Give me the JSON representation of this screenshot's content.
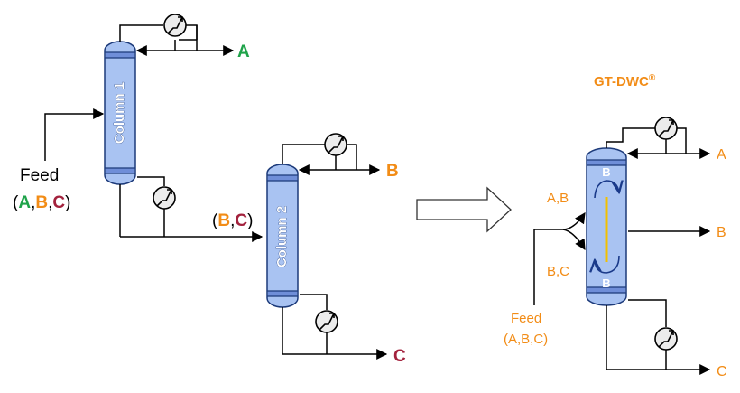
{
  "colors": {
    "column_fill": "#a9c3f2",
    "column_band": "#6f8ed8",
    "green": "#1fa34a",
    "orange": "#f28c16",
    "maroon": "#a3223d",
    "gold": "#f2c000",
    "line": "#000000"
  },
  "left": {
    "column1_label": "Column 1",
    "column2_label": "Column 2",
    "product_a": "A",
    "product_b": "B",
    "product_c": "C",
    "feed_label": "Feed",
    "feed_paren_open": "(",
    "feed_a": "A",
    "feed_comma1": ",",
    "feed_b": "B",
    "feed_comma2": ",",
    "feed_c": "C",
    "feed_paren_close": ")",
    "mid_paren_open": "(",
    "mid_b": "B",
    "mid_comma": ",",
    "mid_c": "C",
    "mid_paren_close": ")"
  },
  "right": {
    "title": "GT-DWC",
    "title_reg": "®",
    "product_a": "A",
    "product_b": "B",
    "product_c": "C",
    "inner_b_top": "B",
    "inner_b_bottom": "B",
    "split_top": "A,B",
    "split_bottom": "B,C",
    "feed_label": "Feed",
    "feed_components": "(A,B,C)"
  },
  "icons": [
    "heat-exchanger-icon",
    "arrow-right-outline-icon"
  ]
}
